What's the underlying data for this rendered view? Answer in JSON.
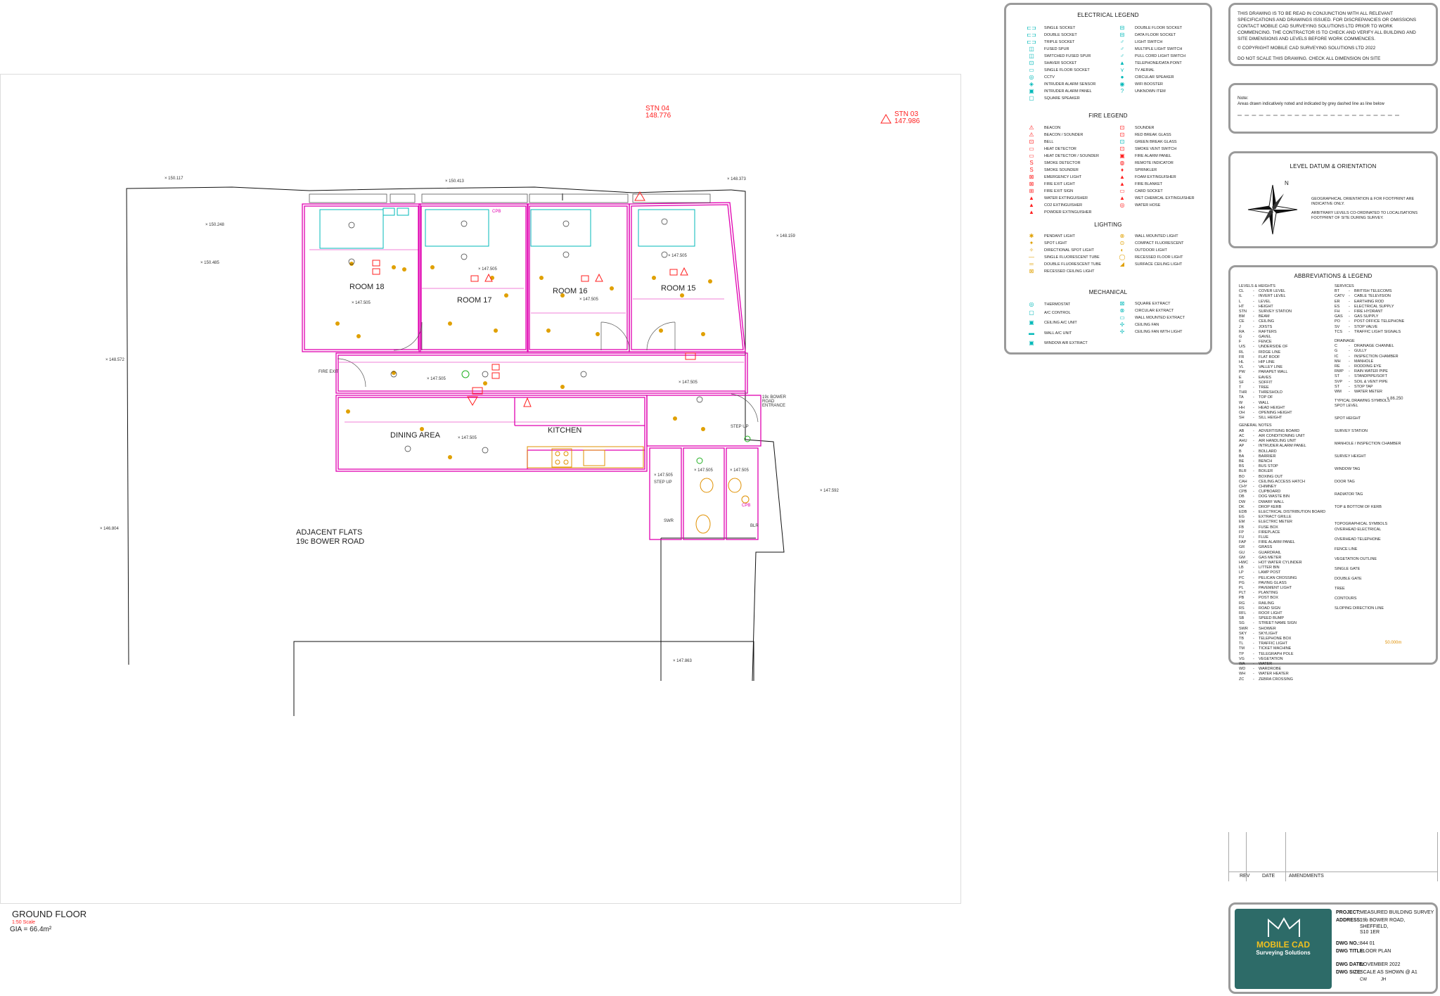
{
  "plan": {
    "stations": [
      {
        "name": "STN 04",
        "level": "148.776"
      },
      {
        "name": "STN 03",
        "level": "147.986"
      }
    ],
    "rooms": [
      {
        "name": "ROOM 18",
        "level": "147.505"
      },
      {
        "name": "ROOM 17",
        "level": "147.505"
      },
      {
        "name": "ROOM 16",
        "level": "147.505"
      },
      {
        "name": "ROOM 15",
        "level": "147.505"
      },
      {
        "name": "DINING AREA",
        "level": "147.505"
      },
      {
        "name": "KITCHEN",
        "level": ""
      }
    ],
    "corridor_level": "147.505",
    "hall_level": "147.505",
    "bath_levels": [
      "147.505",
      "147.505",
      "147.505"
    ],
    "step_up": "STEP UP",
    "spot_levels": [
      "150.117",
      "150.413",
      "148.373",
      "150.248",
      "150.485",
      "148.159",
      "148.572",
      "147.592",
      "146.804",
      "147.863"
    ],
    "adjacent": {
      "line1": "ADJACENT FLATS",
      "line2": "19c BOWER ROAD"
    },
    "entrance_label": "19c BOWER ROAD ENTRANCE",
    "fire_exit": "FIRE EXIT",
    "cpb": "CPB",
    "wc_labels": [
      "SWR",
      "BLR"
    ],
    "floor_title": "GROUND FLOOR",
    "scale": "1:50 Scale",
    "gia": "GIA = 66.4m²"
  },
  "notes_panel": {
    "lines": [
      "THIS DRAWING IS TO BE READ IN CONJUNCTION WITH ALL RELEVANT",
      "SPECIFICATIONS AND DRAWINGS ISSUED. FOR DISCREPANCIES OR OMISSIONS",
      "CONTACT MOBILE CAD SURVEYING SOLUTIONS LTD PRIOR TO WORK",
      "COMMENCING. THE CONTRACTOR IS TO CHECK AND VERIFY ALL BUILDING AND",
      "SITE DIMENSIONS AND LEVELS BEFORE WORK COMMENCES."
    ],
    "copyright": "© COPYRIGHT MOBILE CAD SURVEYING SOLUTIONS LTD 2022",
    "do_not_scale": "DO NOT SCALE THIS DRAWING.  CHECK ALL DIMENSION ON SITE"
  },
  "note_panel": {
    "label": "Note:",
    "text": "Areas drawn indicatively noted and indicated by grey dashed line as line below"
  },
  "datum_panel": {
    "title": "LEVEL DATUM & ORIENTATION",
    "line1": "GEOGRAPHICAL ORIENTATION & FOR FOOTPRINT ARE",
    "line2": "INDICATIVE ONLY.",
    "line3": "ARBITRARY LEVELS CO-ORDINATED TO LOCALISATIONS",
    "line4": "FOOTPRINT OF SITE DURING SURVEY.",
    "north": "N"
  },
  "electrical": {
    "title": "ELECTRICAL LEGEND",
    "left": [
      "SINGLE SOCKET",
      "DOUBLE SOCKET",
      "TRIPLE SOCKET",
      "FUSED SPUR",
      "SWITCHED FUSED SPUR",
      "SHAVER SOCKET",
      "SINGLE FLOOR SOCKET",
      "CCTV",
      "INTRUDER ALARM SENSOR",
      "INTRUDER ALARM PANEL",
      "SQUARE SPEAKER"
    ],
    "right": [
      "DOUBLE FLOOR SOCKET",
      "DATA FLOOR SOCKET",
      "LIGHT SWITCH",
      "MULTIPLE LIGHT SWITCH",
      "PULL CORD LIGHT SWITCH",
      "TELEPHONE/DATA POINT",
      "TV AERIAL",
      "CIRCULAR SPEAKER",
      "WIFI BOOSTER",
      "UNKNOWN ITEM"
    ]
  },
  "fire": {
    "title": "FIRE LEGEND",
    "left": [
      "BEACON",
      "BEACON / SOUNDER",
      "BELL",
      "HEAT DETECTOR",
      "HEAT DETECTOR / SOUNDER",
      "SMOKE DETECTOR",
      "SMOKE SOUNDER",
      "EMERGENCY LIGHT",
      "FIRE EXIT LIGHT",
      "FIRE EXIT SIGN",
      "WATER EXTINGUISHER",
      "CO2 EXTINGUISHER",
      "POWDER EXTINGUISHER"
    ],
    "right": [
      "SOUNDER",
      "RED BREAK GLASS",
      "GREEN BREAK GLASS",
      "SMOKE VENT SWITCH",
      "FIRE ALARM PANEL",
      "REMOTE INDICATOR",
      "SPRINKLER",
      "FOAM EXTINGUISHER",
      "FIRE BLANKET",
      "CARD SOCKET",
      "WET CHEMICAL EXTINGUISHER",
      "WATER HOSE"
    ]
  },
  "lighting": {
    "title": "LIGHTING",
    "left": [
      "PENDANT LIGHT",
      "SPOT LIGHT",
      "DIRECTIONAL SPOT LIGHT",
      "SINGLE FLUORESCENT TUBE",
      "DOUBLE FLUORESCENT TUBE",
      "RECESSED CEILING LIGHT"
    ],
    "right": [
      "WALL MOUNTED LIGHT",
      "COMPACT FLUORESCENT",
      "OUTDOOR LIGHT",
      "RECESSED FLOOR LIGHT",
      "SURFACE CEILING LIGHT"
    ]
  },
  "mechanical": {
    "title": "MECHANICAL",
    "left": [
      "THERMOSTAT",
      "A/C CONTROL",
      "CEILING A/C UNIT",
      "WALL A/C UNIT",
      "WINDOW AIR EXTRACT"
    ],
    "right": [
      "SQUARE EXTRACT",
      "CIRCULAR EXTRACT",
      "WALL MOUNTED EXTRACT",
      "CEILING FAN",
      "CEILING FAN WITH LIGHT"
    ]
  },
  "abbreviations": {
    "title": "ABBREVIATIONS & LEGEND",
    "levels_title": "LEVELS & HEIGHTS",
    "levels": [
      [
        "CL",
        "COVER LEVEL"
      ],
      [
        "IL",
        "INVERT LEVEL"
      ],
      [
        "L",
        "LEVEL"
      ],
      [
        "HT",
        "HEIGHT"
      ],
      [
        "STN",
        "SURVEY STATION"
      ],
      [
        "BM",
        "BEAM"
      ],
      [
        "CE",
        "CEILING"
      ],
      [
        "J",
        "JOISTS"
      ],
      [
        "RA",
        "RAFTERS"
      ],
      [
        "G",
        "GAVEL"
      ],
      [
        "F",
        "FENCE"
      ],
      [
        "U/S",
        "UNDERSIDE OF"
      ],
      [
        "RL",
        "RIDGE LINE"
      ],
      [
        "FR",
        "FLAT ROOF"
      ],
      [
        "HL",
        "HIP LINE"
      ],
      [
        "VL",
        "VALLEY LINE"
      ],
      [
        "PW",
        "PARAPET WALL"
      ],
      [
        "E",
        "EAVES"
      ],
      [
        "SF",
        "SOFFIT"
      ],
      [
        "T",
        "TREE"
      ],
      [
        "THR",
        "THRESHOLD"
      ],
      [
        "TA",
        "TOP OF"
      ],
      [
        "W",
        "WALL"
      ],
      [
        "HH",
        "HEAD HEIGHT"
      ],
      [
        "OH",
        "OPENING HEIGHT"
      ],
      [
        "SH",
        "SILL HEIGHT"
      ]
    ],
    "general_title": "GENERAL NOTES",
    "general": [
      [
        "AB",
        "ADVERTISING BOARD"
      ],
      [
        "AC",
        "AIR CONDITIONING UNIT"
      ],
      [
        "AHU",
        "AIR HANDLING UNIT"
      ],
      [
        "AP",
        "INTRUDER ALARM PANEL"
      ],
      [
        "B",
        "BOLLARD"
      ],
      [
        "BA",
        "BARRIER"
      ],
      [
        "BE",
        "BENCH"
      ],
      [
        "BS",
        "BUS STOP"
      ],
      [
        "BLR",
        "BOILER"
      ],
      [
        "BO",
        "BOXING OUT"
      ],
      [
        "CAH",
        "CEILING ACCESS HATCH"
      ],
      [
        "CHY",
        "CHIMNEY"
      ],
      [
        "CPB",
        "CUPBOARD"
      ],
      [
        "DB",
        "DOG WASTE BIN"
      ],
      [
        "DW",
        "DWARF WALL"
      ],
      [
        "DK",
        "DROP KERB"
      ],
      [
        "EDB",
        "ELECTRICAL DISTRIBUTION BOARD"
      ],
      [
        "EG",
        "EXTRACT GRILLE"
      ],
      [
        "EM",
        "ELECTRIC METER"
      ],
      [
        "FB",
        "FUSE BOX"
      ],
      [
        "FP",
        "FIREPLACE"
      ],
      [
        "FU",
        "FLUE"
      ],
      [
        "FAP",
        "FIRE ALARM PANEL"
      ],
      [
        "GR",
        "GRASS"
      ],
      [
        "GU",
        "GUARDRAIL"
      ],
      [
        "GM",
        "GAS METER"
      ],
      [
        "HWC",
        "HOT WATER CYLINDER"
      ],
      [
        "LB",
        "LITTER BIN"
      ],
      [
        "LP",
        "LAMP POST"
      ],
      [
        "PC",
        "PELICAN CROSSING"
      ],
      [
        "PG",
        "PAVING GLASS"
      ],
      [
        "PL",
        "PAVEMENT LIGHT"
      ],
      [
        "PLT",
        "PLANTING"
      ],
      [
        "PB",
        "POST BOX"
      ],
      [
        "RG",
        "RAILING"
      ],
      [
        "RS",
        "ROAD SIGN"
      ],
      [
        "RFL",
        "ROOF LIGHT"
      ],
      [
        "SB",
        "SPEED BUMP"
      ],
      [
        "SG",
        "STREET NAME SIGN"
      ],
      [
        "SWR",
        "SHOWER"
      ],
      [
        "SKY",
        "SKYLIGHT"
      ],
      [
        "TB",
        "TELEPHONE BOX"
      ],
      [
        "TL",
        "TRAFFIC LIGHT"
      ],
      [
        "TM",
        "TICKET MACHINE"
      ],
      [
        "TP",
        "TELEGRAPH POLE"
      ],
      [
        "VG",
        "VEGETATION"
      ],
      [
        "WA",
        "WATER"
      ],
      [
        "WD",
        "WARDROBE"
      ],
      [
        "WH",
        "WATER HEATER"
      ],
      [
        "ZC",
        "ZEBRA CROSSING"
      ]
    ],
    "services_title": "SERVICES",
    "services": [
      [
        "BT",
        "BRITISH TELECOMS"
      ],
      [
        "CATV",
        "CABLE TELEVISION"
      ],
      [
        "ER",
        "EARTHING ROD"
      ],
      [
        "ES",
        "ELECTRICAL SUPPLY"
      ],
      [
        "FH",
        "FIRE HYDRANT"
      ],
      [
        "GAS",
        "GAS SUPPLY"
      ],
      [
        "PO",
        "POST OFFICE TELEPHONE"
      ],
      [
        "SV",
        "STOP VALVE"
      ],
      [
        "TCS",
        "TRAFFIC LIGHT SIGNALS"
      ]
    ],
    "drainage_title": "DRAINAGE",
    "drainage": [
      [
        "C",
        "DRAINAGE CHANNEL"
      ],
      [
        "G",
        "GULLY"
      ],
      [
        "IC",
        "INSPECTION CHAMBER"
      ],
      [
        "MH",
        "MANHOLE"
      ],
      [
        "RE",
        "RODDING EYE"
      ],
      [
        "RWP",
        "RAIN WATER PIPE"
      ],
      [
        "ST",
        "STANDPIPE/SOFT"
      ],
      [
        "SVP",
        "SOIL & VENT PIPE"
      ],
      [
        "ST",
        "STOP TAP"
      ],
      [
        "WM",
        "WATER METER"
      ]
    ],
    "symbols_title": "TYPICAL DRAWING SYMBOLS",
    "symbols": [
      "SPOT LEVEL",
      "SPOT HEIGHT",
      "SURVEY STATION",
      "MANHOLE / INSPECTION CHAMBER",
      "SURVEY HEIGHT",
      "WINDOW TAG",
      "DOOR TAG",
      "RADIATOR TAG",
      "TOP & BOTTOM OF KERB"
    ],
    "topo_title": "TOPOGRAPHICAL SYMBOLS",
    "topo": [
      "OVERHEAD ELECTRICAL",
      "OVERHEAD TELEPHONE",
      "FENCE LINE",
      "VEGETATION OUTLINE",
      "SINGLE GATE",
      "DOUBLE GATE",
      "TREE",
      "CONTOURS",
      "SLOPING DIRECTION LINE"
    ],
    "spot_level_value": "86.250",
    "contour_value": "50.000m"
  },
  "amendments": {
    "rev": "REV",
    "date": "DATE",
    "amend": "AMENDMENTS"
  },
  "titleblock": {
    "brand1": "MOBILE CAD",
    "brand2": "Surveying Solutions",
    "project_k": "PROJECT:",
    "project_v": "MEASURED BUILDING SURVEY",
    "address_k": "ADDRESS:",
    "address_v1": "19b BOWER ROAD,",
    "address_v2": "SHEFFIELD,",
    "address_v3": "S10 1ER",
    "dwgno_k": "DWG NO.:",
    "dwgno_v": "844  01",
    "title_k": "DWG TITLE:",
    "title_v": "FLOOR PLAN",
    "date_k": "DWG DATE:",
    "date_v": "NOVEMBER 2022",
    "size_k": "DWG SIZE:",
    "size_v": "SCALE AS SHOWN @ A1",
    "drawn": "CW",
    "checked": "JH"
  }
}
